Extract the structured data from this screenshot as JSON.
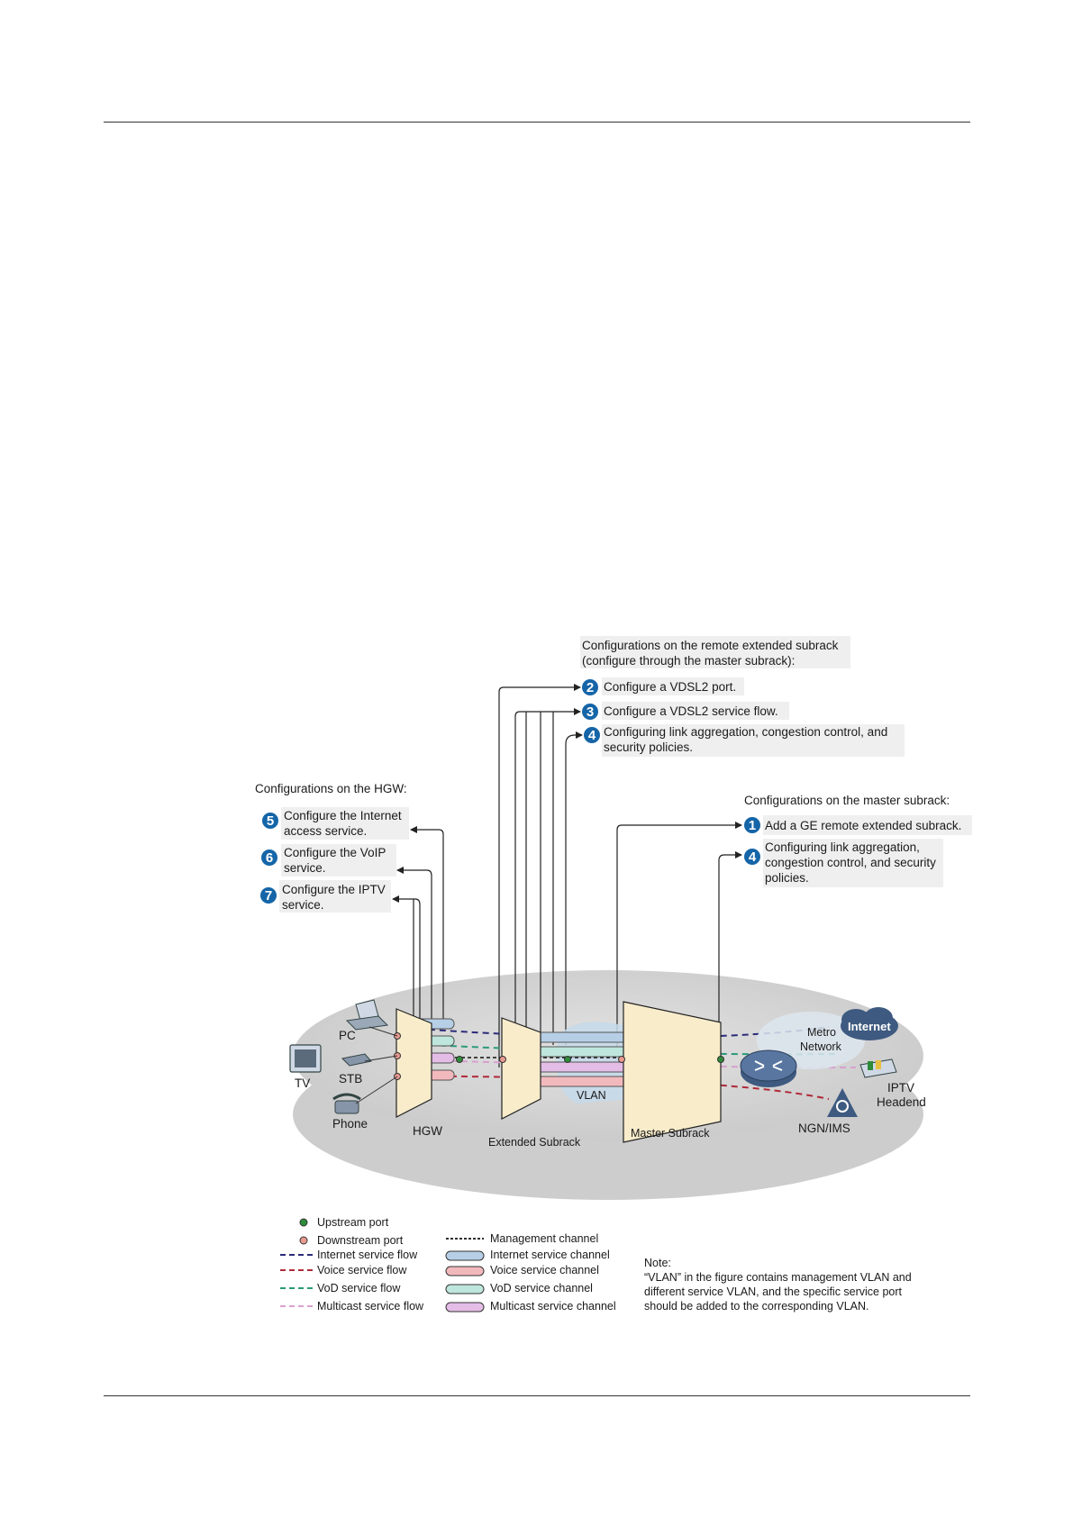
{
  "remote_group": {
    "title_lines": [
      "Configurations on the remote extended subrack",
      "(configure through the master subrack):"
    ],
    "items": [
      {
        "num": "2",
        "lines": [
          "Configure a VDSL2 port."
        ]
      },
      {
        "num": "3",
        "lines": [
          "Configure a VDSL2 service flow."
        ]
      },
      {
        "num": "4",
        "lines": [
          "Configuring link aggregation, congestion control, and",
          "security policies."
        ]
      }
    ]
  },
  "hgw_group": {
    "title": "Configurations on the HGW:",
    "items": [
      {
        "num": "5",
        "lines": [
          "Configure the Internet",
          "access service."
        ]
      },
      {
        "num": "6",
        "lines": [
          "Configure the VoIP",
          "service."
        ]
      },
      {
        "num": "7",
        "lines": [
          "Configure the IPTV",
          "service."
        ]
      }
    ]
  },
  "master_group": {
    "title": "Configurations on the master subrack:",
    "items": [
      {
        "num": "1",
        "lines": [
          "Add a GE remote extended subrack."
        ]
      },
      {
        "num": "4",
        "lines": [
          "Configuring link aggregation,",
          "congestion control, and security",
          "policies."
        ]
      }
    ]
  },
  "devices": {
    "pc": "PC",
    "tv": "TV",
    "stb": "STB",
    "phone": "Phone",
    "hgw": "HGW",
    "extended_subrack": "Extended Subrack",
    "master_subrack": "Master Subrack",
    "vlan": "VLAN",
    "metro_lines": [
      "Metro",
      "Network"
    ],
    "internet": "Internet",
    "iptv_lines": [
      "IPTV",
      "Headend"
    ],
    "ngn": "NGN/IMS"
  },
  "legend": {
    "col1": [
      "Upstream port",
      "Downstream port",
      "Internet service flow",
      "Voice service flow",
      "VoD service flow",
      "Multicast service flow"
    ],
    "col2": [
      "Management channel",
      "Internet service channel",
      "Voice service channel",
      "VoD service channel",
      "Multicast service channel"
    ]
  },
  "note": {
    "title": "Note:",
    "lines": [
      "“VLAN” in the figure contains management VLAN and",
      "different service VLAN, and the specific service port",
      "should be added to the corresponding VLAN."
    ]
  },
  "colors": {
    "internet": "#2b2b7a",
    "voice": "#b02a3a",
    "vod": "#2a9a7a",
    "multicast": "#d8a0d0",
    "internet_channel": "#b7cfe6",
    "voice_channel": "#f2b9bd",
    "vod_channel": "#bfe6dc",
    "multicast_channel": "#e4bde6",
    "badge": "#1565a8",
    "upstream_port": "#2e8b3a",
    "downstream_port": "#e89a90",
    "subrack_fill": "#f8eccb"
  }
}
